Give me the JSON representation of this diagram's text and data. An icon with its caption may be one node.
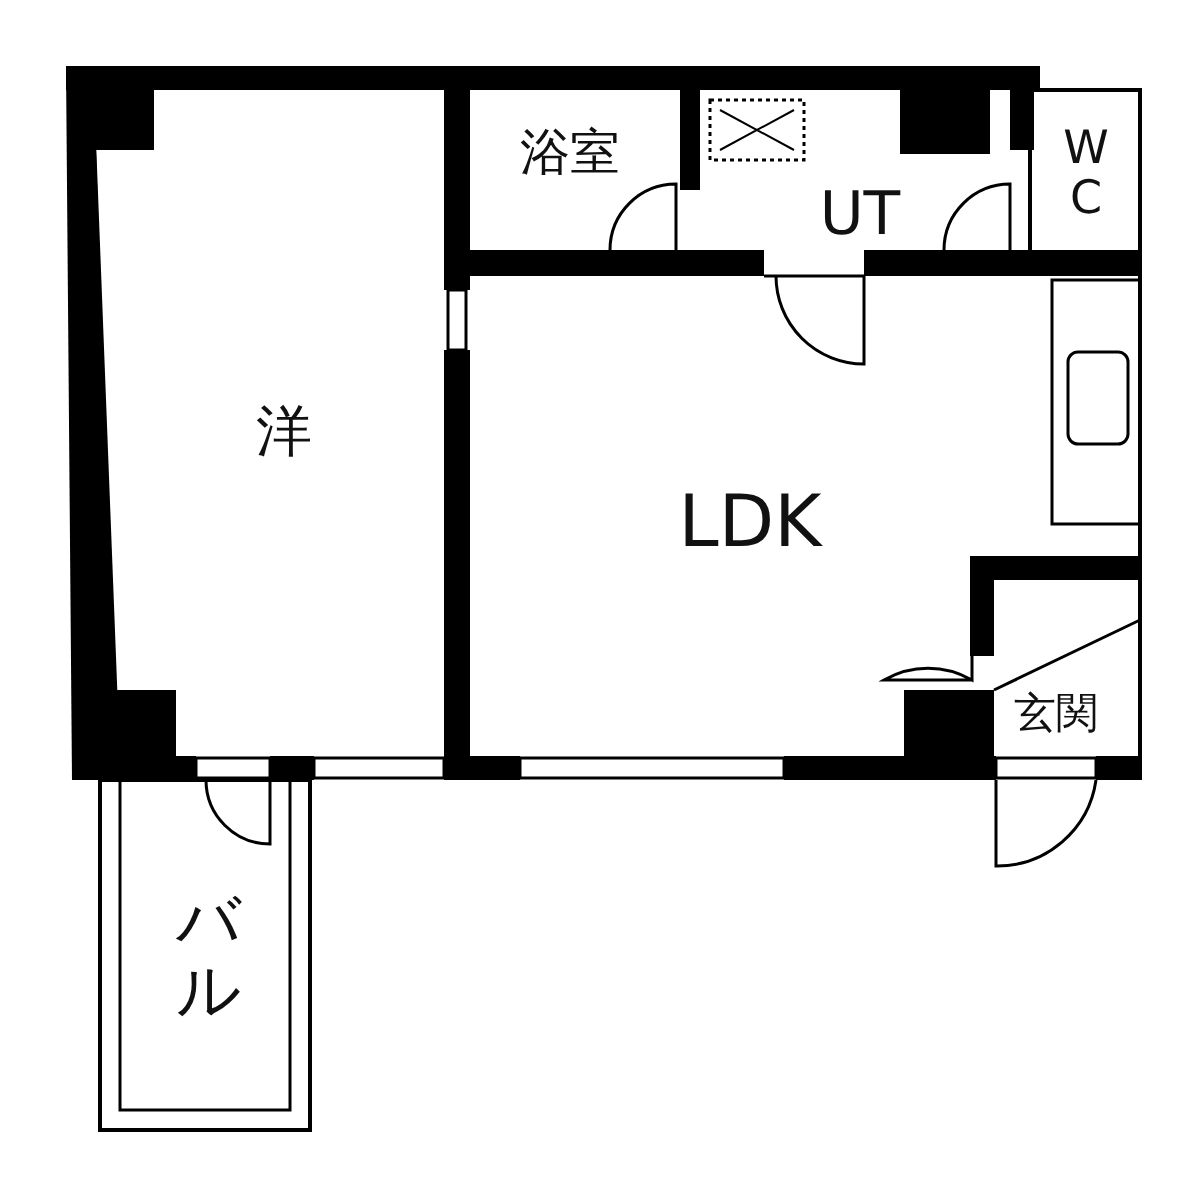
{
  "diagram": {
    "labels": [
      "浴室",
      "UT",
      "WC",
      "洋",
      "LDK",
      "玄関",
      "バル"
    ]
  }
}
